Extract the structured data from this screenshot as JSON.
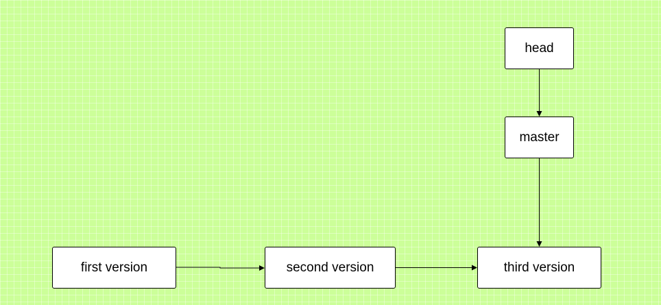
{
  "diagram": {
    "background_color": "#ccff99",
    "nodes": {
      "head": "head",
      "master": "master",
      "first": "first version",
      "second": "second version",
      "third": "third version"
    },
    "edges": [
      {
        "from": "head",
        "to": "master"
      },
      {
        "from": "master",
        "to": "third version"
      },
      {
        "from": "first version",
        "to": "second version"
      },
      {
        "from": "second version",
        "to": "third version"
      }
    ]
  }
}
